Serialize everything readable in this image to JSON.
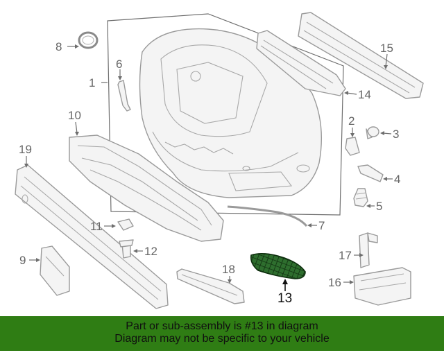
{
  "diagram": {
    "callouts": [
      {
        "id": "8",
        "label": "8"
      },
      {
        "id": "1",
        "label": "1"
      },
      {
        "id": "6",
        "label": "6"
      },
      {
        "id": "10",
        "label": "10"
      },
      {
        "id": "19",
        "label": "19"
      },
      {
        "id": "15",
        "label": "15"
      },
      {
        "id": "14",
        "label": "14"
      },
      {
        "id": "2",
        "label": "2"
      },
      {
        "id": "3",
        "label": "3"
      },
      {
        "id": "4",
        "label": "4"
      },
      {
        "id": "5",
        "label": "5"
      },
      {
        "id": "7",
        "label": "7"
      },
      {
        "id": "11",
        "label": "11"
      },
      {
        "id": "12",
        "label": "12"
      },
      {
        "id": "9",
        "label": "9"
      },
      {
        "id": "18",
        "label": "18"
      },
      {
        "id": "17",
        "label": "17"
      },
      {
        "id": "16",
        "label": "16"
      },
      {
        "id": "13",
        "label": "13"
      }
    ],
    "highlighted_part": "13",
    "colors": {
      "highlight_part": "#1f5d1f",
      "line": "#9a9a9a",
      "label": "#666666"
    }
  },
  "banner": {
    "line1": "Part or sub-assembly is #13 in diagram",
    "line2": "Diagram may not be specific to your vehicle",
    "background": "#2f7d14"
  }
}
